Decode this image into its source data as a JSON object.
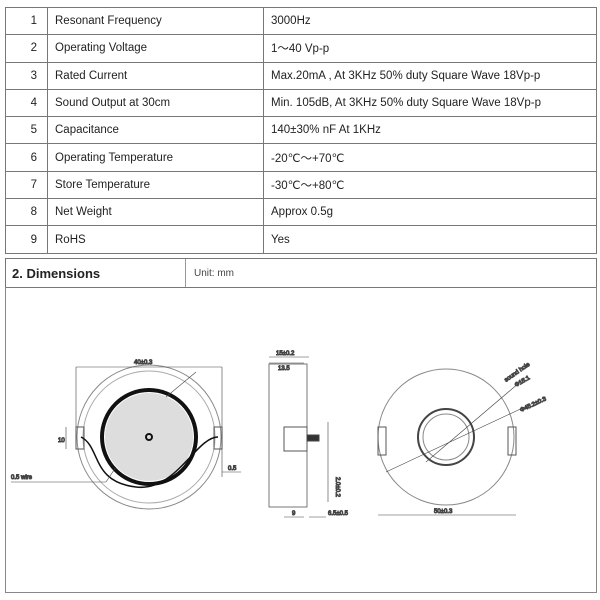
{
  "specs": [
    {
      "no": "1",
      "param": "Resonant Frequency",
      "value": "3000Hz"
    },
    {
      "no": "2",
      "param": "Operating Voltage",
      "value": "1～40 Vp-p"
    },
    {
      "no": "3",
      "param": "Rated Current",
      "value": "Max.20mA , At 3KHz 50% duty Square Wave 18Vp-p"
    },
    {
      "no": "4",
      "param": "Sound Output at 30cm",
      "value": "Min. 105dB, At 3KHz 50% duty Square Wave 18Vp-p"
    },
    {
      "no": "5",
      "param": "Capacitance",
      "value": "140±30% nF At 1KHz"
    },
    {
      "no": "6",
      "param": "Operating Temperature",
      "value": "-20℃～+70℃"
    },
    {
      "no": "7",
      "param": "Store Temperature",
      "value": "-30℃～+80℃"
    },
    {
      "no": "8",
      "param": "Net Weight",
      "value": "Approx 0.5g"
    },
    {
      "no": "9",
      "param": "RoHS",
      "value": "Yes"
    }
  ],
  "dimensions": {
    "title": "2.  Dimensions",
    "unit": "Unit: mm"
  },
  "drawing": {
    "front_width": "40±0.3",
    "wire_height": "10",
    "lead_offset": "0.5",
    "wire_label": "0.5 wire",
    "side_depth": "15±0.2",
    "side_inner": "13.5",
    "side_base": "9",
    "side_pin": "6.5±0.5",
    "side_pin_dia": "2.0±0.2",
    "back_sound_hole": "sound hole",
    "back_hole_dia": "Φ15.1",
    "back_outer_dia": "Φ45.2±0.3",
    "back_width": "50±0.3"
  }
}
